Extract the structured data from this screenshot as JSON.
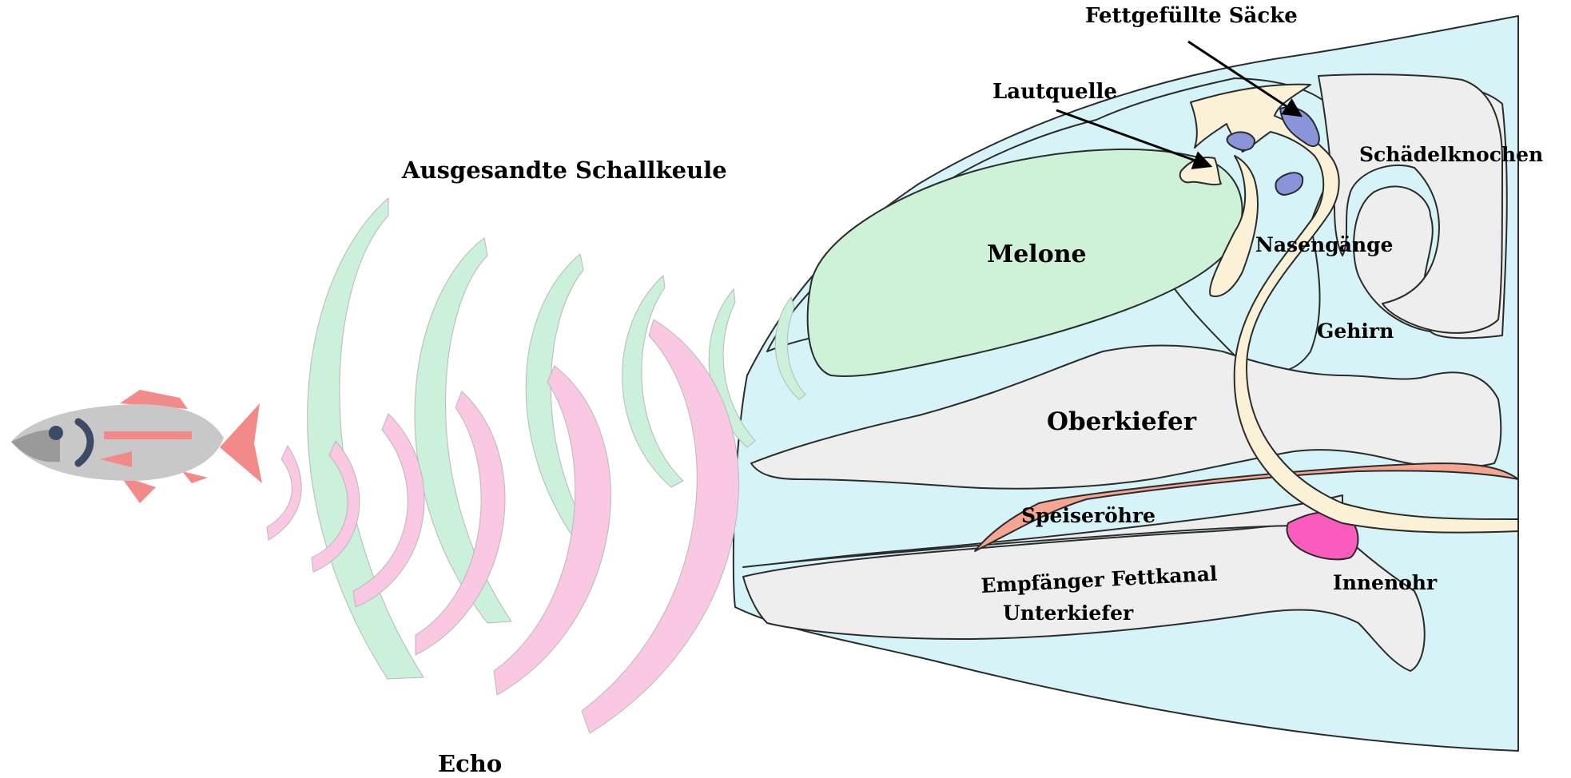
{
  "diagram": {
    "labels": {
      "fat_sacs": "Fettgefüllte Säcke",
      "sound_source": "Lautquelle",
      "emitted_beam": "Ausgesandte Schallkeule",
      "skull_bone": "Schädelknochen",
      "melon": "Melone",
      "nasal_passages": "Nasengänge",
      "brain": "Gehirn",
      "upper_jaw": "Oberkiefer",
      "esophagus": "Speiseröhre",
      "fat_channel": "Empfänger Fettkanal",
      "inner_ear": "Innenohr",
      "lower_jaw": "Unterkiefer",
      "echo": "Echo"
    },
    "icons": [
      "fish-icon",
      "dolphin-head-cross-section"
    ],
    "colors": {
      "head_tissue": "#d6f4f8",
      "melon": "#cdf2d8",
      "bone": "#eeeeee",
      "nasal": "#fbf1d6",
      "fat_sacs": "#8a94d8",
      "esophagus": "#f6a592",
      "inner_ear": "#f95cbd",
      "emitted_wave": "#ccf1da",
      "echo_wave": "#fbc8e4",
      "fish_body": "#c8c8c8",
      "fish_fins": "#f28a8a"
    }
  }
}
